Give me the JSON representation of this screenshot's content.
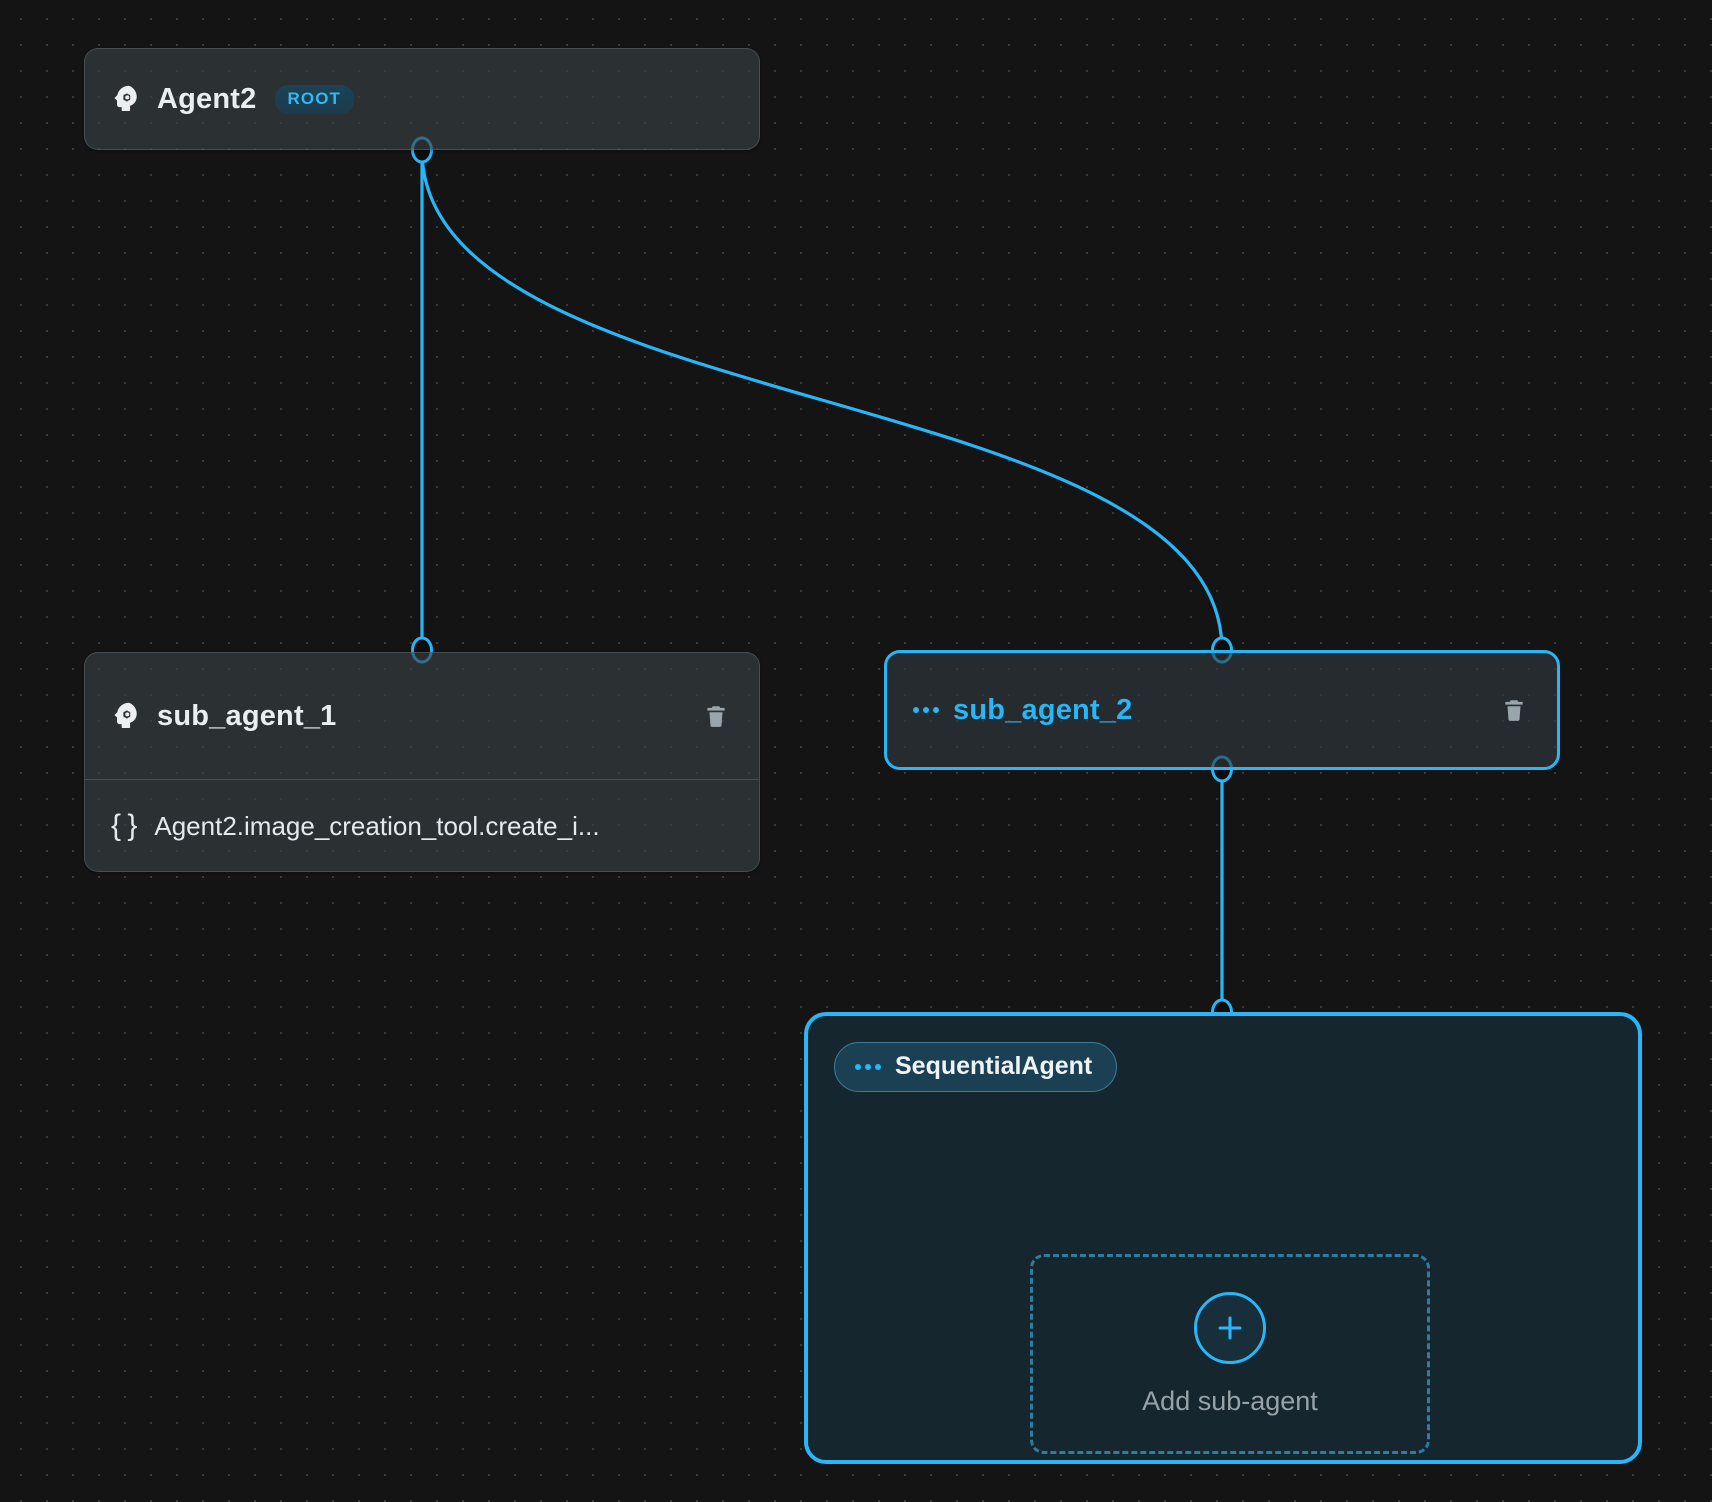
{
  "canvas": {
    "background_color": "#141414",
    "dot_color": "#3a3a3a",
    "accent_color": "#29b6f6"
  },
  "nodes": {
    "root": {
      "title": "Agent2",
      "badge": "ROOT",
      "icon": "psychology-icon",
      "selected": false
    },
    "sub_agent_1": {
      "title": "sub_agent_1",
      "icon": "psychology-icon",
      "delete_icon": "trash-icon",
      "selected": false,
      "tool": {
        "icon": "braces-icon",
        "brace": "{ }",
        "label": "Agent2.image_creation_tool.create_i..."
      }
    },
    "sub_agent_2": {
      "title": "sub_agent_2",
      "icon": "more-horiz-icon",
      "delete_icon": "trash-icon",
      "selected": true
    },
    "sequential_agent": {
      "badge_label": "SequentialAgent",
      "badge_icon": "more-horiz-icon",
      "selected": true,
      "dropzone": {
        "plus_icon": "plus-icon",
        "plus_glyph": "+",
        "label": "Add sub-agent"
      }
    }
  },
  "edges": [
    {
      "from": "root",
      "to": "sub_agent_1"
    },
    {
      "from": "root",
      "to": "sub_agent_2"
    },
    {
      "from": "sub_agent_2",
      "to": "sequential_agent"
    }
  ]
}
